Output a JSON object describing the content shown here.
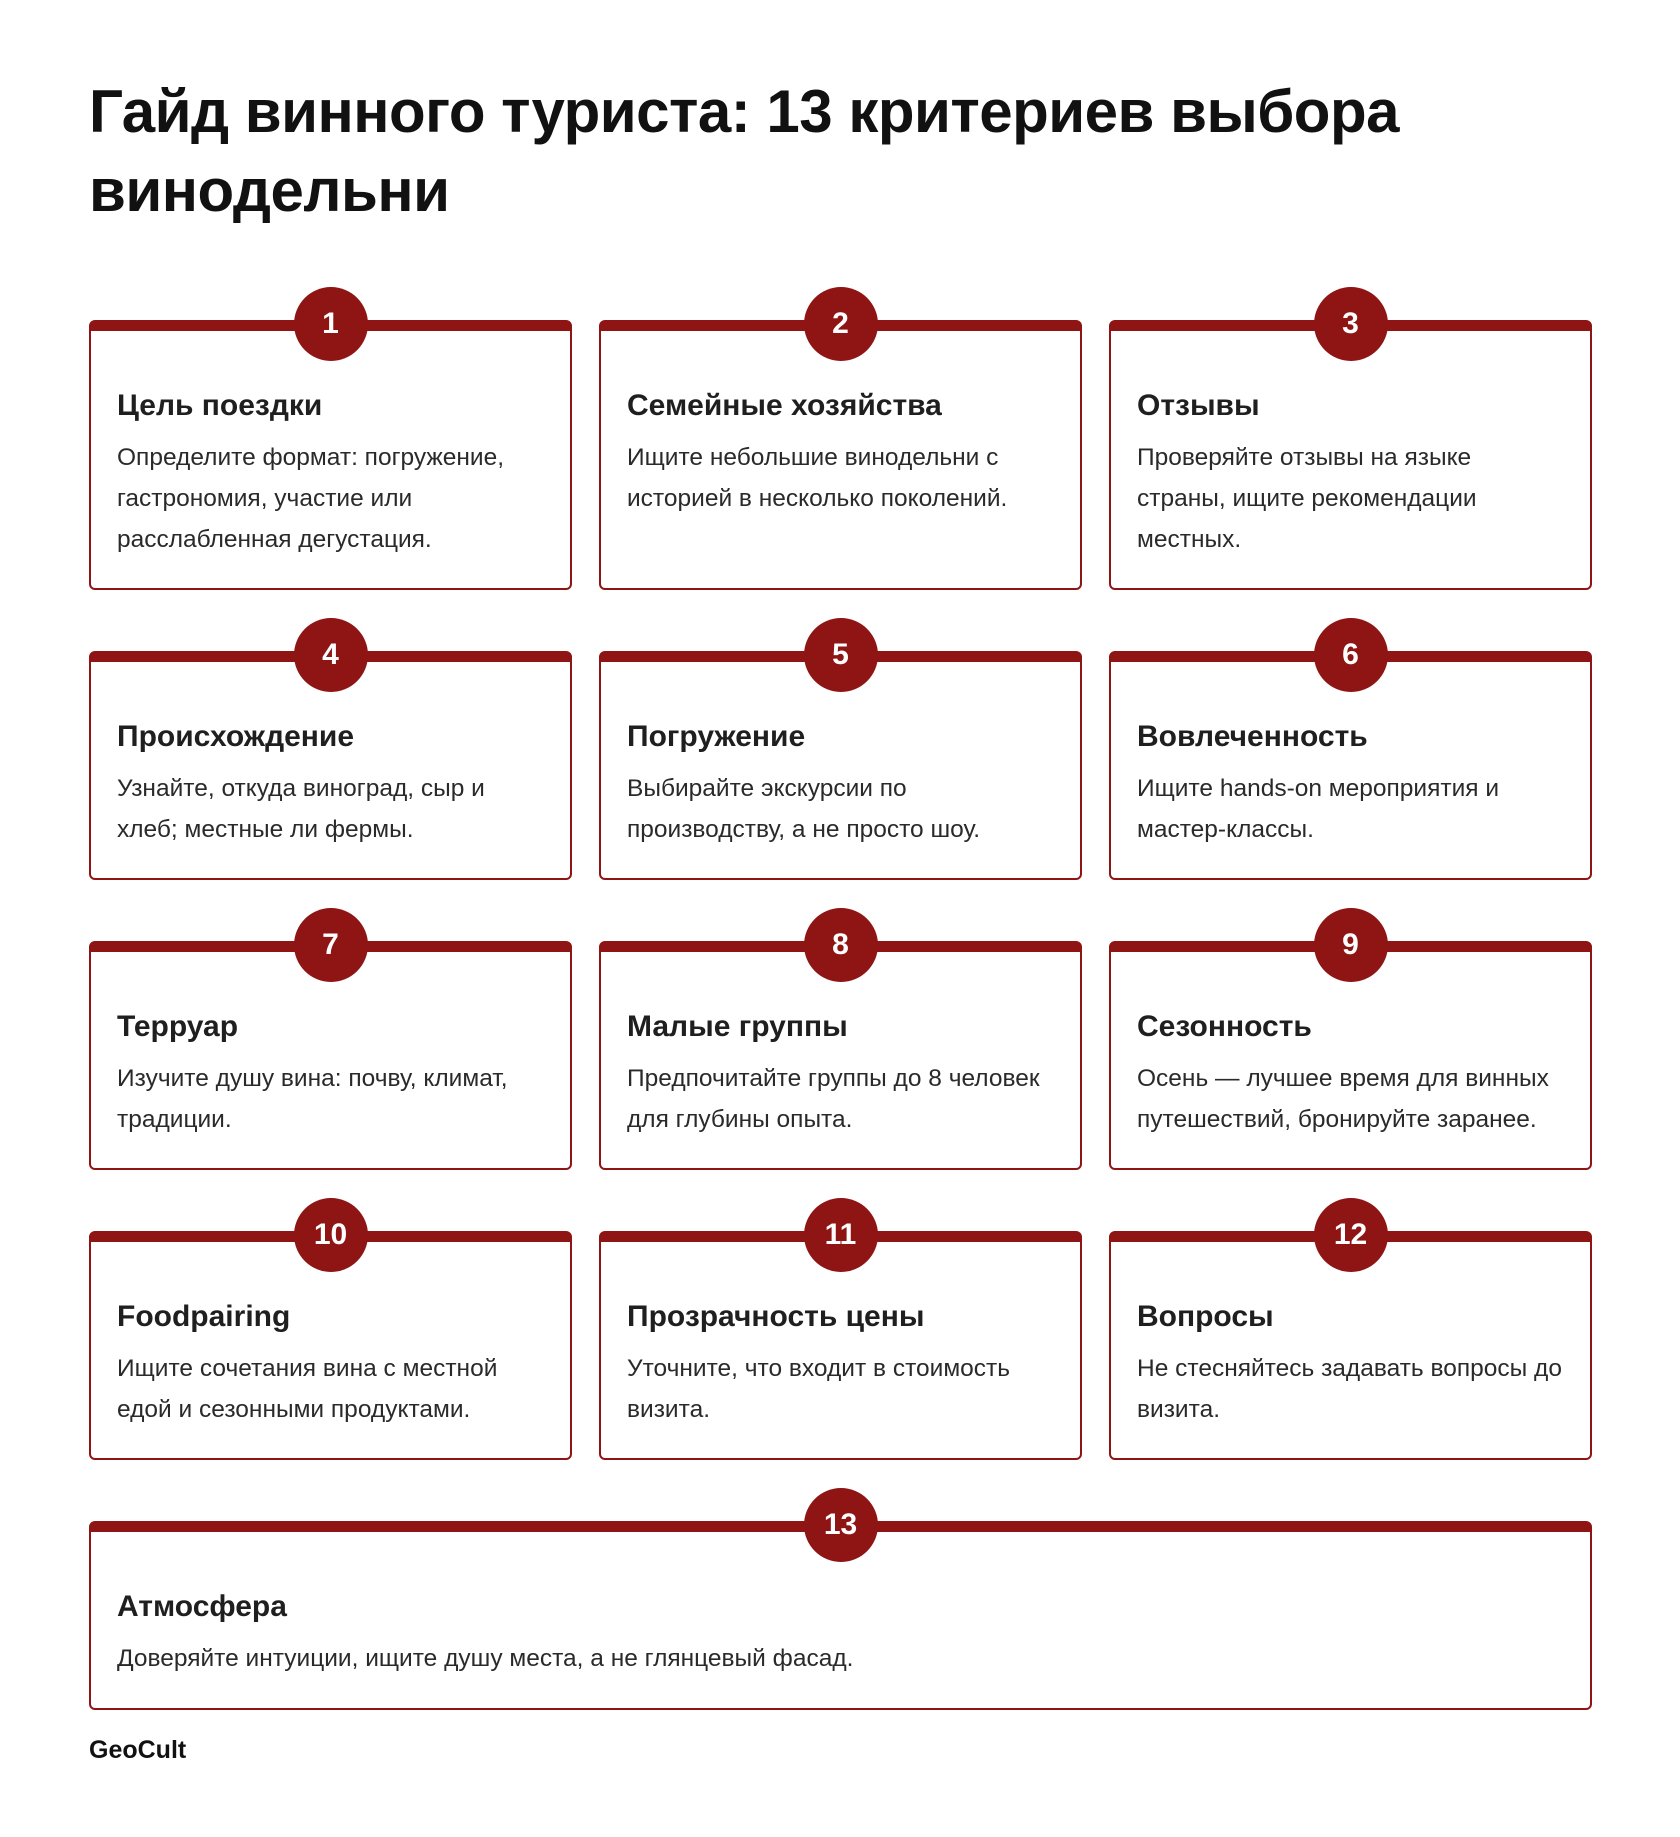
{
  "title": "Гайд винного туриста: 13 критериев выбора винодельни",
  "cards": [
    {
      "number": "1",
      "title": "Цель поездки",
      "text": "Определите формат: погружение, гастрономия, участие или расслабленная дегустация."
    },
    {
      "number": "2",
      "title": "Семейные хозяйства",
      "text": "Ищите небольшие винодельни с историей в несколько поколений."
    },
    {
      "number": "3",
      "title": "Отзывы",
      "text": "Проверяйте отзывы на языке страны, ищите рекомендации местных."
    },
    {
      "number": "4",
      "title": "Происхождение",
      "text": "Узнайте, откуда виноград, сыр и хлеб; местные ли фермы."
    },
    {
      "number": "5",
      "title": "Погружение",
      "text": "Выбирайте экскурсии по производству, а не просто шоу."
    },
    {
      "number": "6",
      "title": "Вовлеченность",
      "text": "Ищите hands-on мероприятия и мастер-классы."
    },
    {
      "number": "7",
      "title": "Терруар",
      "text": "Изучите душу вина: почву, климат, традиции."
    },
    {
      "number": "8",
      "title": "Малые группы",
      "text": "Предпочитайте группы до 8 человек для глубины опыта."
    },
    {
      "number": "9",
      "title": "Сезонность",
      "text": "Осень — лучшее время для винных путешествий, бронируйте заранее."
    },
    {
      "number": "10",
      "title": "Foodpairing",
      "text": "Ищите сочетания вина с местной едой и сезонными продуктами."
    },
    {
      "number": "11",
      "title": "Прозрачность цены",
      "text": "Уточните, что входит в стоимость визита."
    },
    {
      "number": "12",
      "title": "Вопросы",
      "text": "Не стесняйтесь задавать вопросы до визита."
    },
    {
      "number": "13",
      "title": "Атмосфера",
      "text": "Доверяйте интуиции, ищите душу места, а не глянцевый фасад."
    }
  ],
  "footer": "GeoCult",
  "colors": {
    "accent": "#8f1414",
    "text": "#1f1f1f",
    "background": "#ffffff"
  }
}
